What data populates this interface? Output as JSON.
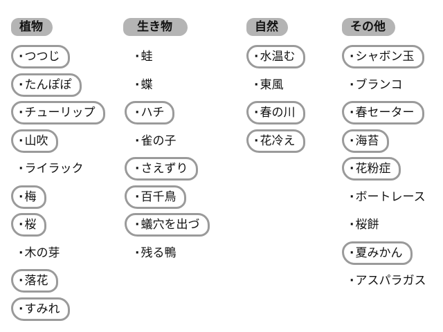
{
  "colors": {
    "header_bg": "#b4b4b4",
    "circle_stroke": "#9a9a9a",
    "text": "#111111"
  },
  "columns": [
    {
      "header": "植物",
      "items": [
        {
          "label": "つつじ",
          "circled": true
        },
        {
          "label": "たんぽぽ",
          "circled": true
        },
        {
          "label": "チューリップ",
          "circled": true
        },
        {
          "label": "山吹",
          "circled": true
        },
        {
          "label": "ライラック",
          "circled": false
        },
        {
          "label": "梅",
          "circled": true
        },
        {
          "label": "桜",
          "circled": true
        },
        {
          "label": "木の芽",
          "circled": false
        },
        {
          "label": "落花",
          "circled": true
        },
        {
          "label": "すみれ",
          "circled": true
        }
      ]
    },
    {
      "header": "生き物",
      "items": [
        {
          "label": "蛙",
          "circled": false
        },
        {
          "label": "蝶",
          "circled": false
        },
        {
          "label": "ハチ",
          "circled": true
        },
        {
          "label": "雀の子",
          "circled": false
        },
        {
          "label": "さえずり",
          "circled": true
        },
        {
          "label": "百千鳥",
          "circled": true
        },
        {
          "label": "蟻穴を出づ",
          "circled": true
        },
        {
          "label": "残る鴨",
          "circled": false
        }
      ]
    },
    {
      "header": "自然",
      "items": [
        {
          "label": "水温む",
          "circled": true
        },
        {
          "label": "東風",
          "circled": false
        },
        {
          "label": "春の川",
          "circled": true
        },
        {
          "label": "花冷え",
          "circled": true
        }
      ]
    },
    {
      "header": "その他",
      "items": [
        {
          "label": "シャボン玉",
          "circled": true
        },
        {
          "label": "ブランコ",
          "circled": false
        },
        {
          "label": "春セーター",
          "circled": true
        },
        {
          "label": "海苔",
          "circled": true
        },
        {
          "label": "花粉症",
          "circled": true
        },
        {
          "label": "ボートレース",
          "circled": false
        },
        {
          "label": "桜餅",
          "circled": false
        },
        {
          "label": "夏みかん",
          "circled": true
        },
        {
          "label": "アスパラガス",
          "circled": false
        }
      ]
    }
  ]
}
